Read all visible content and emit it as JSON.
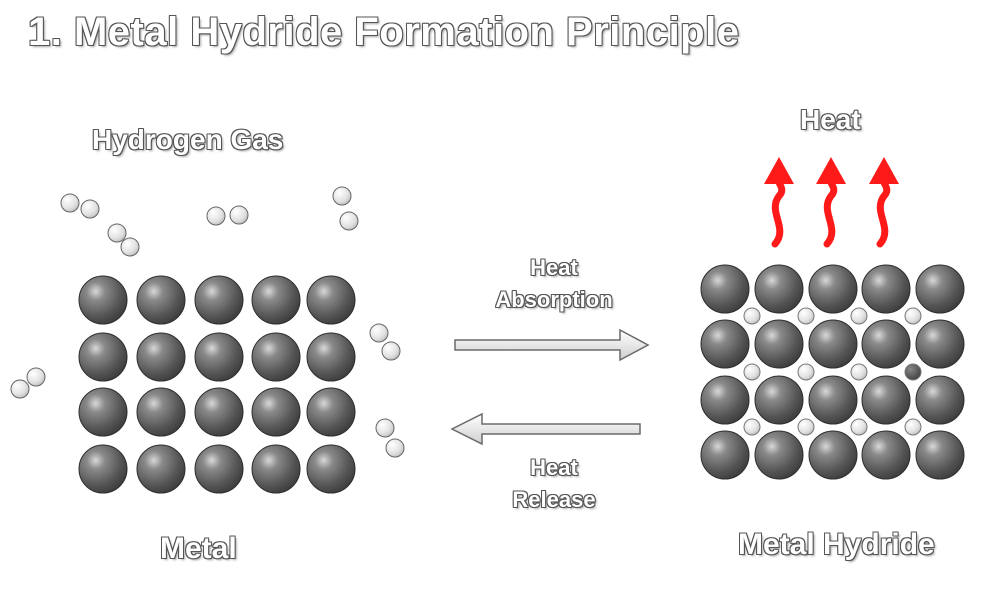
{
  "title": "1.  Metal Hydride Formation Principle",
  "labels": {
    "hydrogen_gas": "Hydrogen Gas",
    "heat_top": "Heat",
    "absorption_line1": "Heat",
    "absorption_line2": "Absorption",
    "release_line1": "Heat",
    "release_line2": "Release",
    "metal": "Metal",
    "metal_hydride": "Metal Hydride"
  },
  "colors": {
    "metal_atom": "#5a5a5a",
    "hydrogen_atom": "#e0e0e0",
    "heat_arrow": "#ff1a1a",
    "process_arrow": "#e6e6e6"
  }
}
